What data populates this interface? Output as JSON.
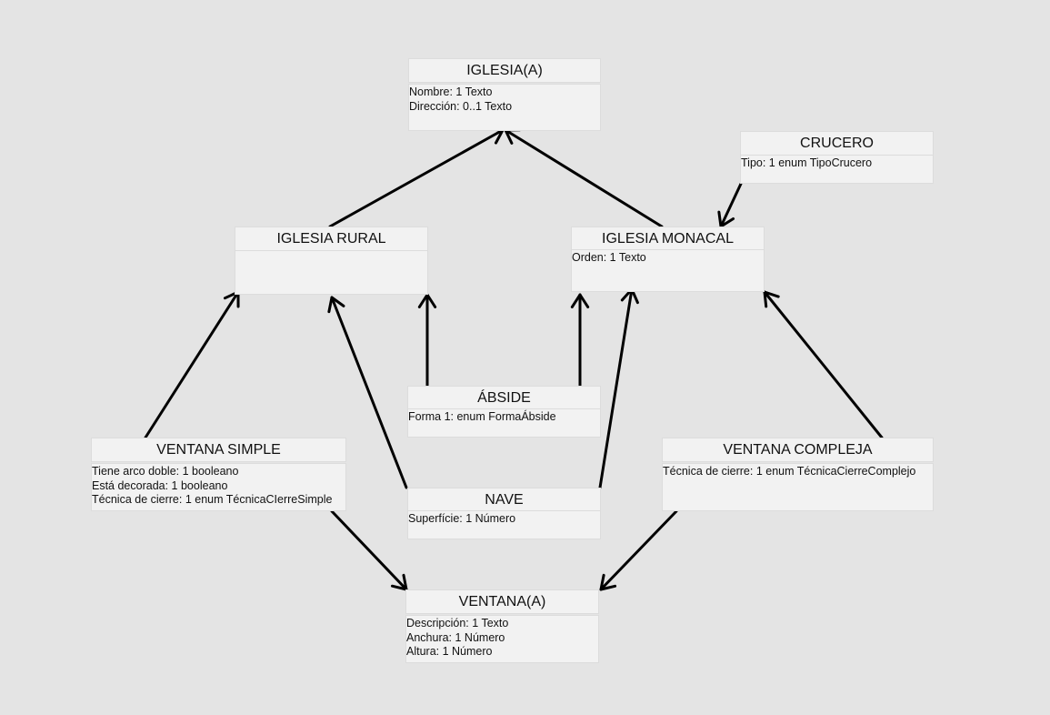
{
  "diagram": {
    "classes": [
      {
        "id": "iglesia",
        "title": "IGLESIA(A)",
        "attributes": [
          "Nombre: 1 Texto",
          "Dirección: 0..1 Texto"
        ]
      },
      {
        "id": "crucero",
        "title": "CRUCERO",
        "attributes": [
          "Tipo: 1 enum TipoCrucero"
        ]
      },
      {
        "id": "iglesia-rural",
        "title": "IGLESIA RURAL",
        "attributes": []
      },
      {
        "id": "iglesia-monacal",
        "title": "IGLESIA MONACAL",
        "attributes": [
          "Orden: 1 Texto"
        ]
      },
      {
        "id": "abside",
        "title": "ÁBSIDE",
        "attributes": [
          "Forma 1: enum FormaÁbside"
        ]
      },
      {
        "id": "ventana-simple",
        "title": "VENTANA SIMPLE",
        "attributes": [
          "Tiene arco doble: 1 booleano",
          "Está decorada: 1 booleano",
          "Técnica de cierre: 1 enum TécnicaCIerreSimple"
        ]
      },
      {
        "id": "nave",
        "title": "NAVE",
        "attributes": [
          "Superfície: 1 Número"
        ]
      },
      {
        "id": "ventana-compleja",
        "title": "VENTANA COMPLEJA",
        "attributes": [
          "Técnica de cierre: 1 enum TécnicaCierreComplejo"
        ]
      },
      {
        "id": "ventana",
        "title": "VENTANA(A)",
        "attributes": [
          "Descripción: 1 Texto",
          "Anchura: 1 Número",
          "Altura: 1 Número"
        ]
      }
    ],
    "relations": [
      {
        "from": "iglesia-rural",
        "to": "iglesia"
      },
      {
        "from": "iglesia-monacal",
        "to": "iglesia"
      },
      {
        "from": "crucero",
        "to": "iglesia-monacal"
      },
      {
        "from": "ventana-simple",
        "to": "iglesia-rural"
      },
      {
        "from": "nave",
        "to": "iglesia-rural"
      },
      {
        "from": "abside",
        "to": "iglesia-rural"
      },
      {
        "from": "abside",
        "to": "iglesia-monacal"
      },
      {
        "from": "nave",
        "to": "iglesia-monacal"
      },
      {
        "from": "ventana-compleja",
        "to": "iglesia-monacal"
      },
      {
        "from": "ventana-simple",
        "to": "ventana"
      },
      {
        "from": "ventana-compleja",
        "to": "ventana"
      }
    ]
  }
}
